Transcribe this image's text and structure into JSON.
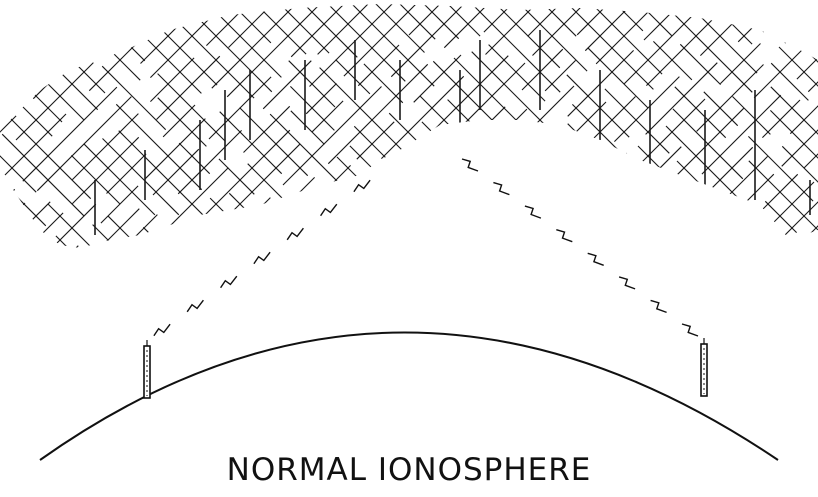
{
  "caption": "NORMAL IONOSPHERE",
  "colors": {
    "ink": "#111111",
    "hatch": "#1a1a1a",
    "background": "#ffffff"
  },
  "figure": {
    "hatched_region": "ionosphere-layer",
    "signal_path": "dashed-skywave-reflection",
    "antennas": [
      "transmitter-tower",
      "receiver-tower"
    ],
    "ground": "earth-curvature-arc"
  }
}
